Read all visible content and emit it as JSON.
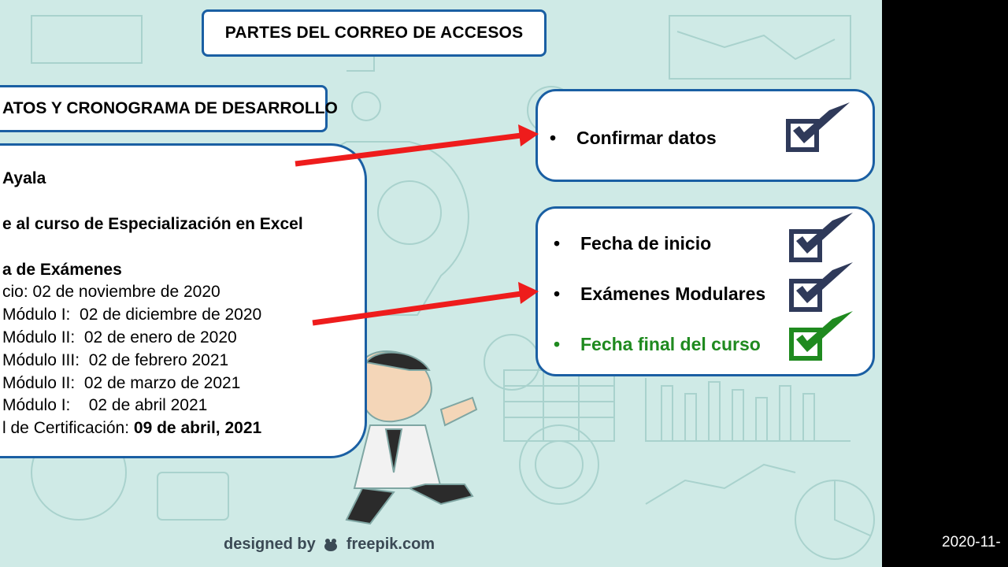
{
  "slide": {
    "title": "PARTES DEL CORREO DE ACCESOS",
    "subtitle": "ATOS Y CRONOGRAMA DE DESARROLLO",
    "content": {
      "name_fragment": "Ayala",
      "course_line": "e al curso de Especialización en Excel",
      "exams_heading": "a de Exámenes",
      "start_line": "cio: 02 de noviembre de 2020",
      "modules": [
        "Módulo I:  02 de diciembre de 2020",
        "Módulo II:  02 de enero de 2020",
        "Módulo III:  02 de febrero 2021",
        "Módulo II:  02 de marzo de 2021",
        "Módulo I:    02 de abril 2021"
      ],
      "certification_label": "l de Certificación: ",
      "certification_date": "09 de abril, 2021"
    },
    "checklist_top": {
      "bullet": "•",
      "items": [
        "Confirmar datos"
      ]
    },
    "checklist_bottom": {
      "bullet": "•",
      "items": [
        "Fecha de inicio",
        "Exámenes Modulares",
        "Fecha final del curso"
      ]
    },
    "watermark": {
      "prefix": "designed by",
      "brand": "freepik.com"
    },
    "colors": {
      "box_border": "#1a5fa3",
      "arrow": "#ee1c1c",
      "check_dark": "#2f3a5a",
      "check_green": "#1f8a1f",
      "background": "#cfeae6"
    },
    "icons": [
      "check-mark-icon",
      "freepik-logo-icon"
    ]
  },
  "overlay": {
    "timestamp": "2020-11-"
  }
}
